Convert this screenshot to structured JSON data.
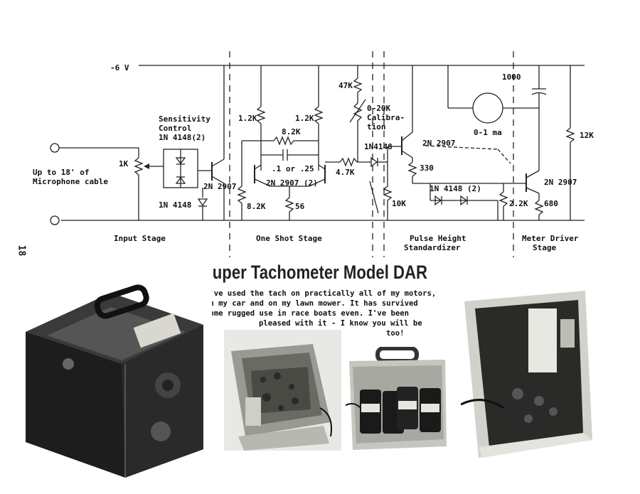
{
  "document": {
    "page_number": "18",
    "schematic": {
      "supply": "-6 V",
      "input_label": [
        "Up to 18' of",
        "Microphone cable"
      ],
      "sensitivity": [
        "Sensitivity",
        "Control",
        "1N 4148(2)"
      ],
      "components": {
        "r_1k": "1K",
        "r_1_2k_a": "1.2K",
        "r_1_2k_b": "1.2K",
        "r_8_2k_top": "8.2K",
        "r_8_2k_bot": "8.2K",
        "cap_01": ".1 or .25",
        "q_pair": "2N 2907 (2)",
        "r_47k": "47K",
        "pot_20k": [
          "0-20K",
          "Calibra-",
          "tion"
        ],
        "r_4_7k": "4.7K",
        "d_1n4148_mid": "1N4148",
        "q_2n2907_in": "2N 2907",
        "d_1n4148_in": "1N 4148",
        "r_56": "56",
        "q_2n2907_ph": "2N 2907",
        "r_330": "330",
        "r_10k": "10K",
        "d_pair": "1N 4148 (2)",
        "cap_1000": "1000",
        "meter": "0-1 ma",
        "r_12k": "12K",
        "q_2n2907_md": "2N 2907",
        "r_2_2k": "2.2K",
        "r_680": "680"
      },
      "stages": {
        "input": "Input Stage",
        "one_shot": "One Shot Stage",
        "pulse": [
          "Pulse Height",
          "Standardizer"
        ],
        "meter": [
          "Meter Driver",
          "Stage"
        ]
      }
    },
    "title": "Super Tachometer Model DAR",
    "caption_lines": [
      "I've used the tach on practically all of my motors,",
      "on my car and on my lawn mower.  It has survived",
      "some rugged use in race boats even.  I've been",
      "pleased with it - I know you will be",
      "too!"
    ]
  }
}
